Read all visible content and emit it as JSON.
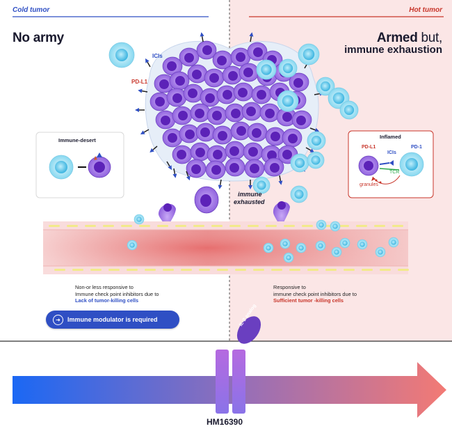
{
  "left_header": "Cold tumor",
  "right_header": "Hot tumor",
  "left_title": "No army",
  "right_title_strong": "Armed",
  "right_title_rest_1": " but,",
  "right_title_line2": "immune exhaustion",
  "labels": {
    "icis": "ICIs",
    "pd_l1": "PD-L1",
    "immune_exhausted_1": "immune",
    "immune_exhausted_2": "exhausted"
  },
  "immune_desert_box": {
    "title": "Immune-desert"
  },
  "inflamed_box": {
    "title": "Inflamed",
    "pd_l1": "PD-L1",
    "icis": "ICIs",
    "pd_1": "PD-1",
    "tcr": "TCR",
    "granules": "granules"
  },
  "left_note": {
    "line1": "Non-or less responsive to",
    "line2": "Immune check point inhibitors due to",
    "line3": "Lack of tumor-killing cells"
  },
  "right_note": {
    "line1": "Responsive to",
    "line2": "immune check point inhibitors due to",
    "line3": "Sufficient tumor -killing cells"
  },
  "pill_label": "Immune modulator is required",
  "il2_label": "IL-2 analog",
  "drug_name": "HM16390",
  "colors": {
    "cold_line": "#2f4fc4",
    "hot_line": "#c8362b",
    "hot_bg": "#fbe6e6",
    "tumor_cell": "#9b6fe0",
    "tumor_nucleus": "#5c22b8",
    "t_cell": "#7fd6ef",
    "arrow_start": "#1e6af5",
    "arrow_end": "#f07a76"
  }
}
